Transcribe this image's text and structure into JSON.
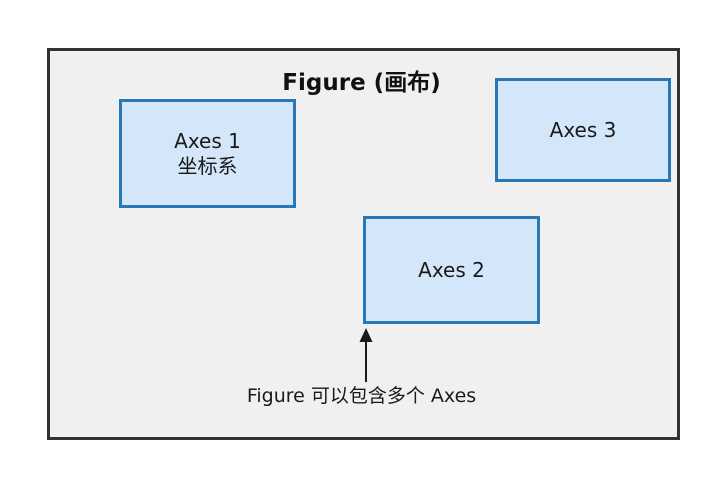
{
  "figure": {
    "title": "Figure (画布)",
    "background_color": "#f0f0f0",
    "border_color": "#333333"
  },
  "axes": [
    {
      "id": "axes-1",
      "label": "Axes 1",
      "sublabel": "坐标系",
      "fill_color": "#d4e7fa",
      "border_color": "#2878b8"
    },
    {
      "id": "axes-2",
      "label": "Axes 2",
      "sublabel": "",
      "fill_color": "#d4e7fa",
      "border_color": "#2878b8"
    },
    {
      "id": "axes-3",
      "label": "Axes 3",
      "sublabel": "",
      "fill_color": "#d4e7fa",
      "border_color": "#2878b8"
    }
  ],
  "annotation": {
    "caption": "Figure 可以包含多个 Axes",
    "arrow_color": "#1a1a1a",
    "arrow_points_to": "axes-2"
  },
  "canvas": {
    "page_background": "#ffffff"
  }
}
